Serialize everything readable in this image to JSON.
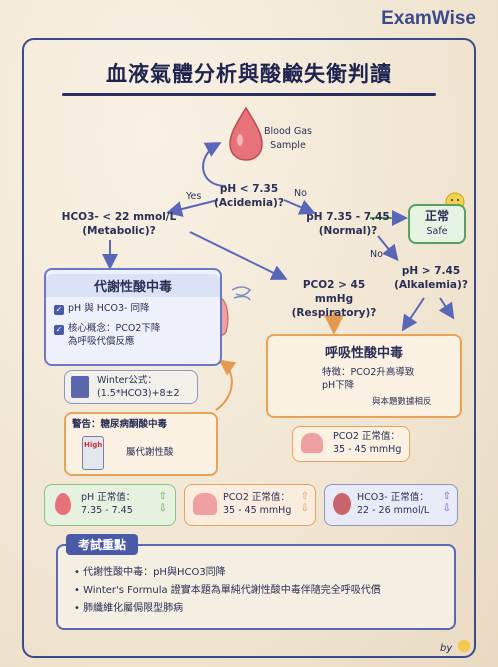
{
  "brand": "ExamWise",
  "title": "血液氣體分析與酸鹼失衡判讀",
  "flow": {
    "start_label": "Blood Gas\nSample",
    "q_ph_low": "pH < 7.35\n(Acidemia)?",
    "yes": "Yes",
    "no": "No",
    "no2": "No",
    "q_hco3": "HCO3- < 22 mmol/L\n(Metabolic)?",
    "q_normal": "pH 7.35 - 7.45\n(Normal)?",
    "safe_title": "正常",
    "safe_sub": "Safe",
    "q_alkalemia": "pH > 7.45\n(Alkalemia)?",
    "q_pco2": "PCO2 > 45 mmHg\n(Respiratory)?"
  },
  "metabolic": {
    "title": "代謝性酸中毒",
    "point1": "pH 與 HCO3- 同降",
    "point2": "核心概念：PCO2下降\n為呼吸代償反應",
    "winter_label": "Winter公式：\n(1.5*HCO3)+8±2",
    "warning_title": "警告：糖尿病酮酸中毒",
    "warning_text": "屬代謝性酸",
    "meter_text": "High"
  },
  "respiratory": {
    "title": "呼吸性酸中毒",
    "feature": "特徵：PCO2升高導致\npH下降",
    "note": "與本題數據相反",
    "normal_label": "PCO2 正常值：\n35 - 45 mmHg"
  },
  "normals": [
    {
      "label": "pH 正常值：\n7.35 - 7.45"
    },
    {
      "label": "PCO2 正常值：\n35 - 45 mmHg"
    },
    {
      "label": "HCO3- 正常值：\n22 - 26 mmol/L"
    }
  ],
  "key_points": {
    "title": "考試重點",
    "items": [
      "代謝性酸中毒：pH與HCO3同降",
      "Winter's Formula 證實本題為單純代謝性酸中毒伴隨完全呼吸代償",
      "肺纖維化屬侷限型肺病"
    ]
  },
  "signature": "by"
}
